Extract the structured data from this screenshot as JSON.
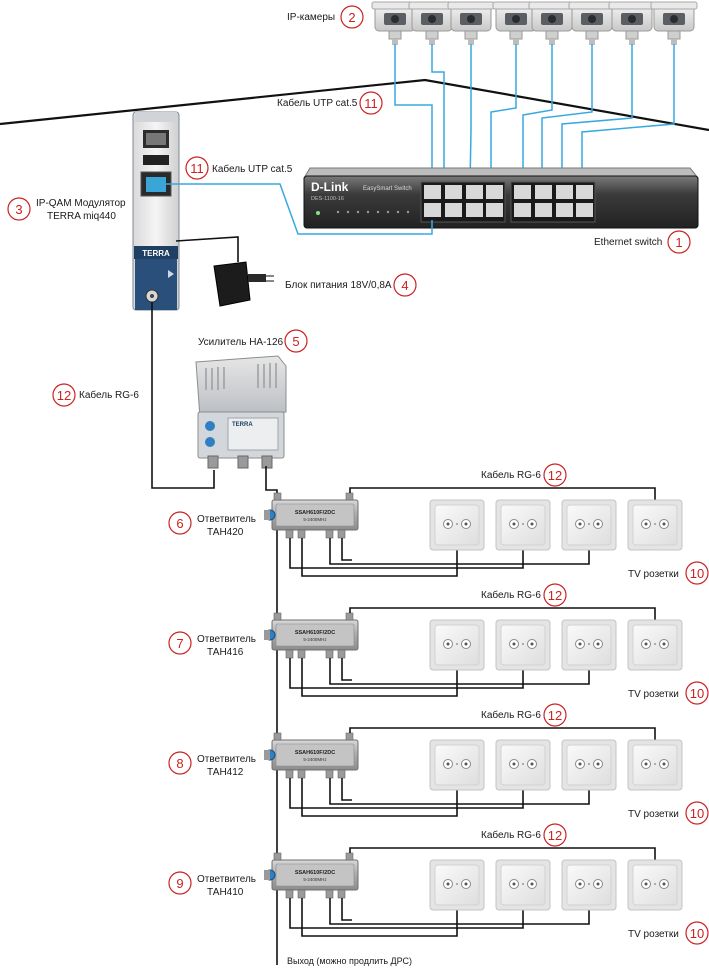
{
  "labels": {
    "ip_cameras": "IP-камеры",
    "utp_top": "Кабель UTP cat.5",
    "utp_mod": "Кабель UTP cat.5",
    "modulator_1": "IP-QAM Модулятор",
    "modulator_2": "TERRA miq440",
    "power": "Блок питания 18V/0,8А",
    "amp": "Усилитель HA-126",
    "rg6_mod": "Кабель RG-6",
    "switch": "Ethernet switch",
    "output": "Выход (можно продлить ДРС)",
    "switch_brand": "D-Link",
    "switch_series": "EasySmart Switch",
    "switch_model": "DES-1100-16",
    "modulator_brand": "TERRA",
    "amp_brand": "TERRA"
  },
  "numbers": {
    "switch": "1",
    "cameras": "2",
    "modulator": "3",
    "power": "4",
    "amp": "5",
    "utp": "11",
    "rg6": "12",
    "sockets": "10"
  },
  "splitters": [
    {
      "num": "6",
      "line1": "Ответвитель",
      "line2": "ТАН420",
      "cable_label": "Кабель RG-6",
      "sockets_label": "TV розетки",
      "model": "SSAH610F/2DC",
      "band": "5-2400MHz"
    },
    {
      "num": "7",
      "line1": "Ответвитель",
      "line2": "ТАН416",
      "cable_label": "Кабель RG-6",
      "sockets_label": "TV розетки",
      "model": "SSAH610F/2DC",
      "band": "5-2400MHz"
    },
    {
      "num": "8",
      "line1": "Ответвитель",
      "line2": "ТАН412",
      "cable_label": "Кабель RG-6",
      "sockets_label": "TV розетки",
      "model": "SSAH610F/2DC",
      "band": "5-2400MHz"
    },
    {
      "num": "9",
      "line1": "Ответвитель",
      "line2": "ТАН410",
      "cable_label": "Кабель RG-6",
      "sockets_label": "TV розетки",
      "model": "SSAH610F/2DC",
      "band": "5-2400MHz"
    }
  ],
  "camera_count": 8,
  "colors": {
    "utp": "#36a9e1",
    "coax": "#111111",
    "badge": "#cc2222"
  }
}
